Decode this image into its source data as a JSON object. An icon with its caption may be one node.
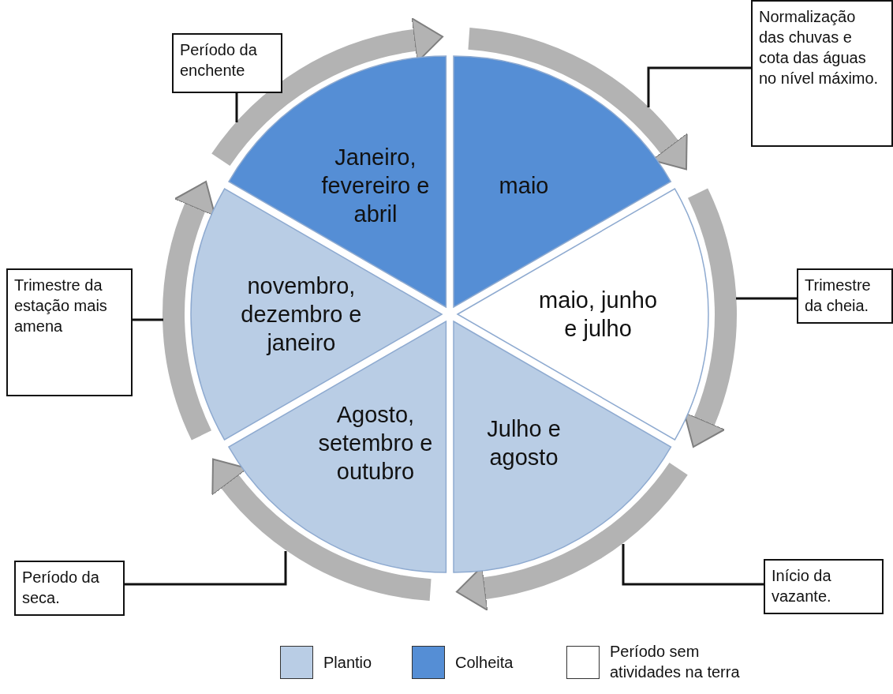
{
  "diagram": {
    "nodes": [
      {
        "text": [
          "Janeiro, fevereiro e abril"
        ]
      },
      {
        "text": [
          "maio"
        ]
      },
      {
        "text": [
          "maio, junho e julho"
        ]
      },
      {
        "text": [
          "Julho e agosto"
        ]
      },
      {
        "text": [
          "Agosto, setembro e outubro"
        ]
      },
      {
        "text": [
          "novembro, dezembro e janeiro"
        ]
      },
      {
        "text": [
          "Período da enchente"
        ]
      },
      {
        "text": [
          "Normalização das chuvas e cota das águas no nível máximo."
        ]
      },
      {
        "text": [
          "Trimestre da estação mais amena"
        ]
      },
      {
        "text": [
          "Trimestre da cheia."
        ]
      },
      {
        "text": [
          "Período da seca."
        ]
      },
      {
        "text": [
          "Início da vazante."
        ]
      }
    ],
    "edges": [
      {
        "from": 6,
        "to": null,
        "arrow": "none"
      },
      {
        "from": 7,
        "to": null,
        "arrow": "none"
      },
      {
        "from": 8,
        "to": null,
        "arrow": "none"
      },
      {
        "from": 9,
        "to": null,
        "arrow": "none"
      },
      {
        "from": 10,
        "to": null,
        "arrow": "none"
      },
      {
        "from": 11,
        "to": null,
        "arrow": "none"
      }
    ],
    "legend": [
      {
        "text": "Plantio",
        "color": "#b9cde5"
      },
      {
        "text": "Colheita",
        "color": "#558ed5"
      },
      {
        "text": "Período sem atividades na terra",
        "color": "#ffffff"
      }
    ]
  }
}
